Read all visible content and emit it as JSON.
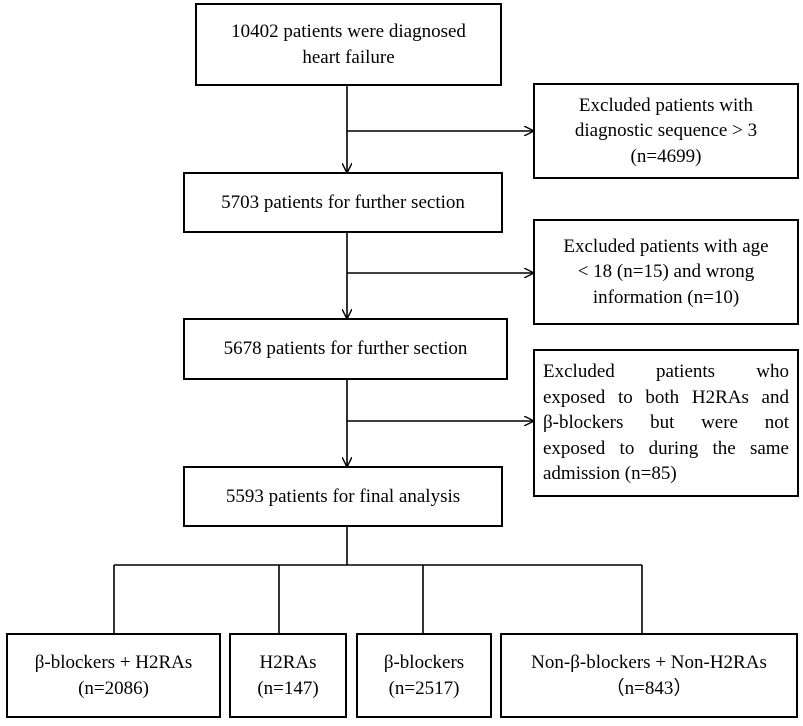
{
  "steps": {
    "initial": [
      "10402 patients were diagnosed",
      "heart failure"
    ],
    "after_sequence": "5703 patients for further section",
    "after_age": "5678 patients for further section",
    "final": "5593 patients for final analysis"
  },
  "exclusions": {
    "sequence": [
      "Excluded patients with",
      "diagnostic sequence > 3",
      "(n=4699)"
    ],
    "age": [
      "Excluded patients with age",
      "< 18 (n=15) and wrong",
      "information (n=10)"
    ],
    "exposure": [
      "Excluded patients who",
      "exposed to both H2RAs and",
      "β-blockers but were not",
      "exposed to during the same",
      "admission (n=85)"
    ]
  },
  "groups": [
    {
      "label": "β-blockers + H2RAs",
      "count": "(n=2086)"
    },
    {
      "label": "H2RAs",
      "count": "(n=147)"
    },
    {
      "label": "β-blockers",
      "count": "(n=2517)"
    },
    {
      "label": "Non-β-blockers + Non-H2RAs",
      "count": "（n=843）"
    }
  ]
}
